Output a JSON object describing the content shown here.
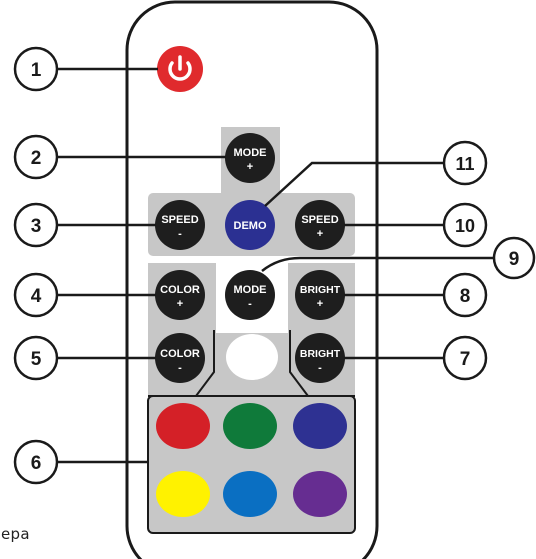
{
  "callouts": [
    "1",
    "2",
    "3",
    "4",
    "5",
    "6",
    "7",
    "8",
    "9",
    "10",
    "11"
  ],
  "buttons": {
    "mode_plus": [
      "MODE",
      "+"
    ],
    "speed_minus": [
      "SPEED",
      "-"
    ],
    "demo": [
      "DEMO"
    ],
    "speed_plus": [
      "SPEED",
      "+"
    ],
    "color_plus": [
      "COLOR",
      "+"
    ],
    "mode_minus": [
      "MODE",
      "-"
    ],
    "bright_plus": [
      "BRIGHT",
      "+"
    ],
    "color_minus": [
      "COLOR",
      "-"
    ],
    "bright_minus": [
      "BRIGHT",
      "-"
    ]
  },
  "color_keys": [
    "white",
    "red",
    "green",
    "blue",
    "yellow",
    "light-blue",
    "purple"
  ],
  "colors": {
    "power": "#e02a2d",
    "button": "#1e1e1e",
    "demo": "#2b3092",
    "panel": "#c7c7c7",
    "outline": "#1a1a1a",
    "white": "#ffffff",
    "red": "#d42027",
    "green": "#0f7a3a",
    "blue": "#2e3192",
    "yellow": "#fff200",
    "light_blue": "#0a6fc2",
    "purple": "#662d91"
  },
  "watermark": "epa"
}
